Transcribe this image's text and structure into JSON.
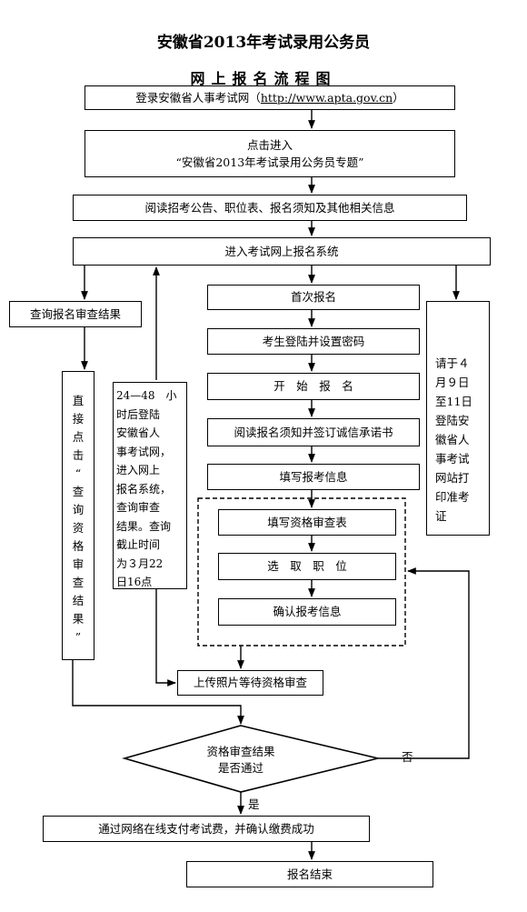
{
  "title": "安徽省2013年考试录用公务员",
  "subtitle": "网上报名流程图",
  "steps": {
    "login_prefix": "登录安徽省人事考试网（",
    "login_url": "http://www.apta.gov.cn",
    "login_suffix": "）",
    "enter_line1": "点击进入",
    "enter_line2": "“安徽省2013年考试录用公务员专题”",
    "read_notice": "阅读招考公告、职位表、报名须知及其他相关信息",
    "enter_system": "进入考试网上报名系统",
    "first_registration": "首次报名",
    "set_password": "考生登陆并设置密码",
    "start_registration": "开　始　报　名",
    "read_sign": "阅读报名须知并签订诚信承诺书",
    "fill_info": "填写报考信息",
    "fill_qualification": "填写资格审查表",
    "choose_position": "选　取　职　位",
    "confirm_info": "确认报考信息",
    "upload_photo": "上传照片等待资格审查",
    "decision_line1": "资格审查结果",
    "decision_line2": "是否通过",
    "pay": "通过网络在线支付考试费，并确认缴费成功",
    "finish": "报名结束"
  },
  "side": {
    "query_result": "查询报名审查结果",
    "direct_click": "直\n接\n点\n击\n“\n查\n询\n资\n格\n审\n查\n结\n果\n”",
    "wait_query": "24—48　小\n时后登陆\n安徽省人\n事考试网，\n进入网上\n报名系统，\n查询审查\n结果。查询\n截止时间\n为３月22\n日16点",
    "print_ticket": "请于４\n月９日\n至11日\n登陆安\n徽省人\n事考试\n网站打\n印准考\n证"
  },
  "labels": {
    "yes": "是",
    "no": "否"
  }
}
